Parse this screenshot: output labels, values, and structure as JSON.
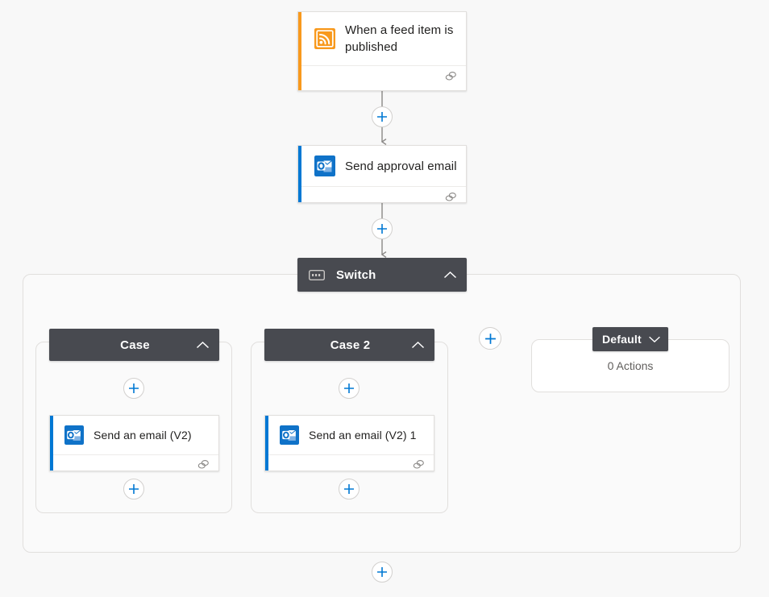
{
  "canvas": {
    "background": "#f8f8f8",
    "accent_blue": "#0078d4",
    "scope_header_color": "#484a50",
    "connector_color": "#8a8886"
  },
  "flow": {
    "trigger": {
      "title": "When a feed item is published",
      "icon": "rss-icon",
      "accent_color": "#f8991d",
      "connection_icon": "connection-icon"
    },
    "actions": [
      {
        "title": "Send approval email",
        "icon": "outlook-icon",
        "accent_color": "#0078d4",
        "connection_icon": "connection-icon"
      }
    ],
    "switch": {
      "title": "Switch",
      "icon": "switch-icon",
      "collapse_icon": "chevron-up-icon",
      "cases": [
        {
          "title": "Case",
          "collapse_icon": "chevron-up-icon",
          "actions": [
            {
              "title": "Send an email (V2)",
              "icon": "outlook-icon",
              "accent_color": "#0078d4",
              "connection_icon": "connection-icon"
            }
          ]
        },
        {
          "title": "Case 2",
          "collapse_icon": "chevron-up-icon",
          "actions": [
            {
              "title": "Send an email (V2) 1",
              "icon": "outlook-icon",
              "accent_color": "#0078d4",
              "connection_icon": "connection-icon"
            }
          ]
        }
      ],
      "default_branch": {
        "title": "Default",
        "collapse_icon": "chevron-down-icon",
        "empty_label": "0 Actions"
      }
    }
  },
  "buttons": {
    "add_step_label": "+",
    "add_trigger_to_send_approval": "+",
    "add_send_approval_to_switch": "+",
    "add_case_branch": "+",
    "add_case1_before": "+",
    "add_case1_after": "+",
    "add_case2_before": "+",
    "add_case2_after": "+",
    "add_after_switch": "+"
  }
}
